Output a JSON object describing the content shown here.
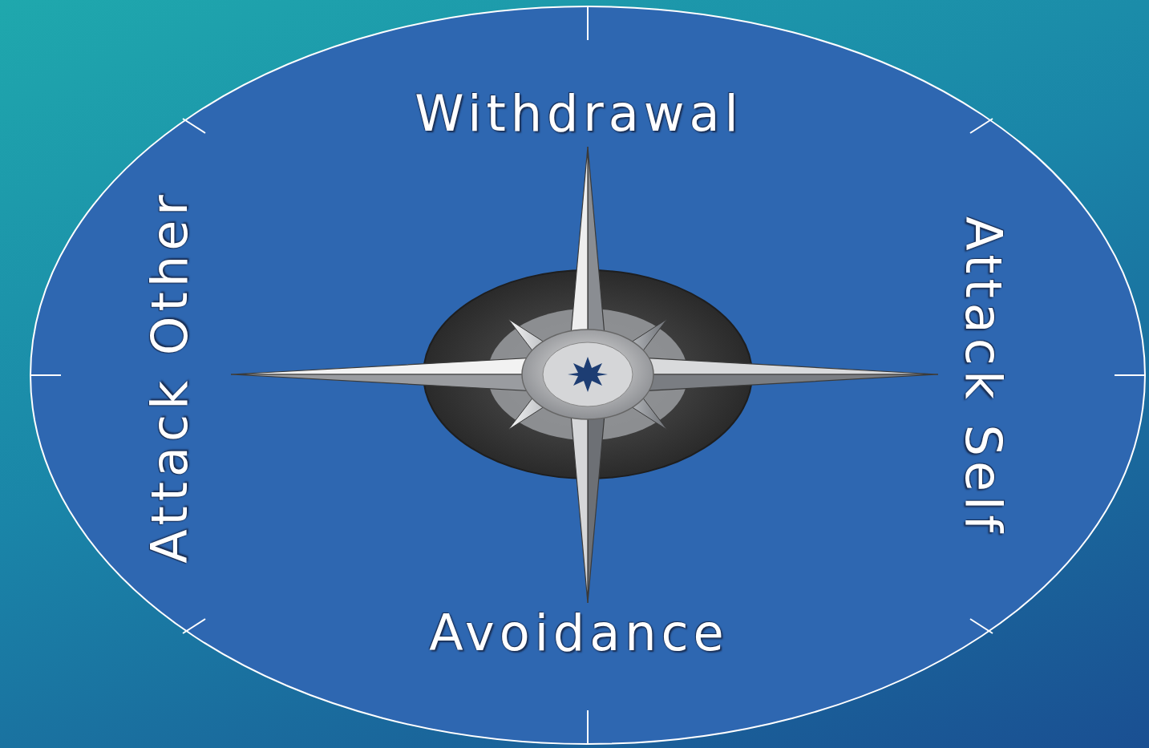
{
  "diagram": {
    "labels": [
      "Withdrawal",
      "Attack Other",
      "Attack Self",
      "Avoidance"
    ]
  }
}
